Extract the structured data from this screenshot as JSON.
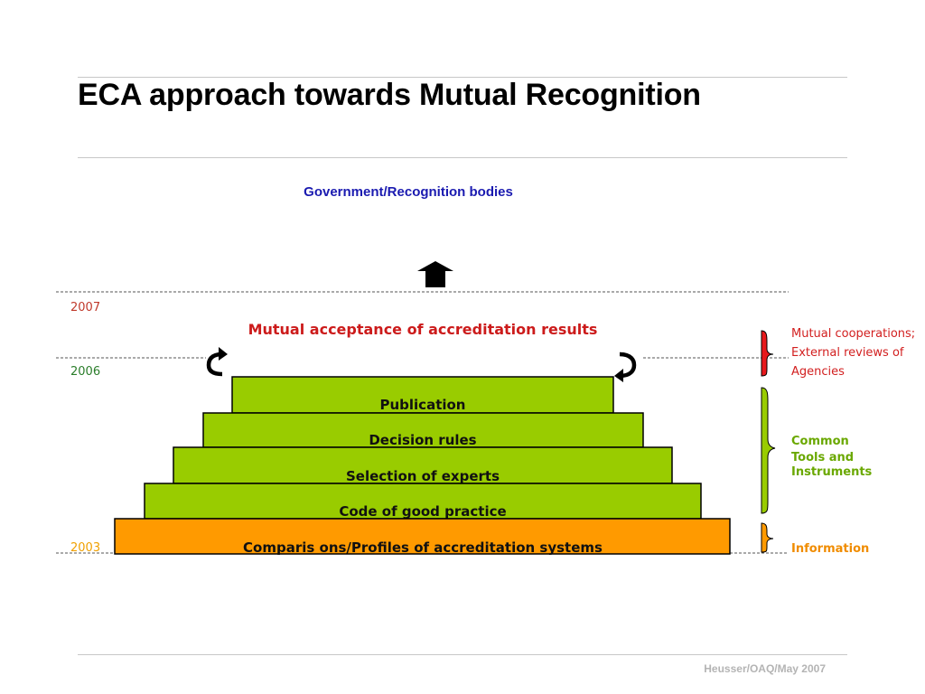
{
  "title": "ECA approach towards Mutual Recognition",
  "top_caption": "Government/Recognition bodies",
  "years": {
    "y2007": "2007",
    "y2006": "2006",
    "y2003": "2003"
  },
  "headline": "Mutual acceptance of accreditation results",
  "steps": [
    {
      "label": "Publication"
    },
    {
      "label": "Decision rules"
    },
    {
      "label": "Selection of experts"
    },
    {
      "label": "Code of good practice"
    },
    {
      "label": "Comparis ons/Profiles of accreditation systems"
    }
  ],
  "side_groups": {
    "mutual": [
      "Mutual cooperations;",
      "External reviews of",
      "Agencies"
    ],
    "common": [
      "Common",
      "Tools and",
      "Instruments"
    ],
    "information": [
      "Information"
    ]
  },
  "colors": {
    "green": "#99cc00",
    "orange": "#ff9a00",
    "red": "#e8191c",
    "headline": "#cc1b1b",
    "year2007": "#c0392b",
    "year2006": "#2a7d2a",
    "year2003": "#f0a000",
    "side_mutual": "#d21f1f",
    "side_common": "#6aa800",
    "side_info": "#f08c00"
  },
  "footer": "Heusser/OAQ/May 2007"
}
